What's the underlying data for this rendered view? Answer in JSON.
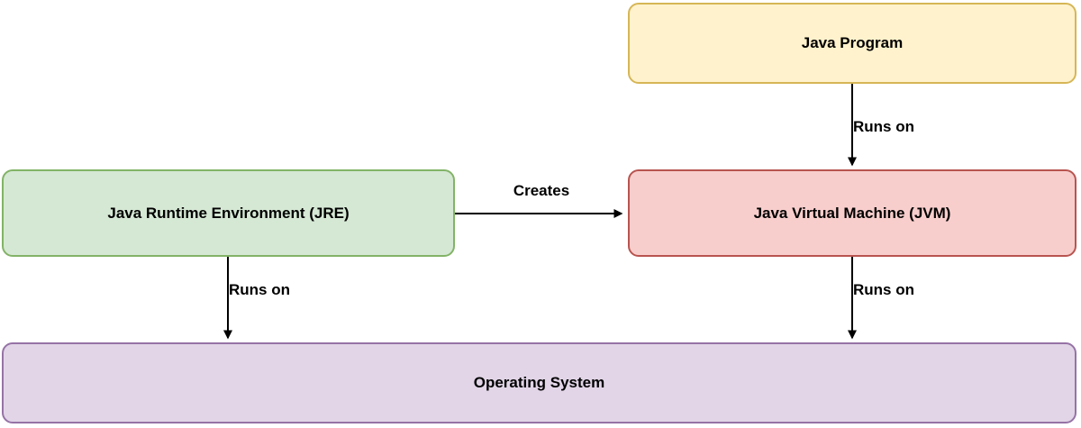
{
  "diagram": {
    "type": "flowchart",
    "nodes": [
      {
        "id": "java-program",
        "label": "Java Program",
        "fill": "#fff2cc",
        "stroke": "#d6b656"
      },
      {
        "id": "jre",
        "label": "Java Runtime Environment (JRE)",
        "fill": "#d5e8d4",
        "stroke": "#82b366"
      },
      {
        "id": "jvm",
        "label": "Java Virtual Machine (JVM)",
        "fill": "#f8cecc",
        "stroke": "#b85450"
      },
      {
        "id": "os",
        "label": "Operating System",
        "fill": "#e1d5e7",
        "stroke": "#9673a6"
      }
    ],
    "edges": [
      {
        "from": "java-program",
        "to": "jvm",
        "label": "Runs on",
        "direction": "down"
      },
      {
        "from": "jre",
        "to": "jvm",
        "label": "Creates",
        "direction": "right"
      },
      {
        "from": "jre",
        "to": "os",
        "label": "Runs on",
        "direction": "down"
      },
      {
        "from": "jvm",
        "to": "os",
        "label": "Runs on",
        "direction": "down"
      }
    ],
    "edge_color": "#000000",
    "text_color": "#000000",
    "background": "#ffffff"
  }
}
